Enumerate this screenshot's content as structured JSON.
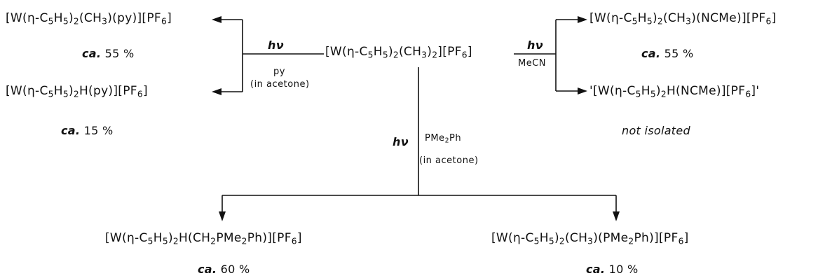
{
  "scheme": {
    "start": "[W(η-C5H5)2(CH3)2][PF6]",
    "branch_left": {
      "conditions": {
        "light": "hν",
        "reagent": "py",
        "solvent": "(in acetone)"
      },
      "products": [
        {
          "formula": "[W(η-C5H5)2(CH3)(py)][PF6]",
          "yield": "ca. 55 %"
        },
        {
          "formula": "[W(η-C5H5)2H(py)][PF6]",
          "yield": "ca. 15 %"
        }
      ]
    },
    "branch_right": {
      "conditions": {
        "light": "hν",
        "reagent": "MeCN"
      },
      "products": [
        {
          "formula": "[W(η-C5H5)2(CH3)(NCMe)][PF6]",
          "yield": "ca. 55 %"
        },
        {
          "formula": "'[W(η-C5H5)2H(NCMe)][PF6]'",
          "yield": "not isolated"
        }
      ]
    },
    "branch_down": {
      "conditions": {
        "light": "hν",
        "reagent": "PMe2Ph",
        "solvent": "(in acetone)"
      },
      "products": [
        {
          "formula": "[W(η-C5H5)2H(CH2PMe2Ph)][PF6]",
          "yield": "ca. 60 %"
        },
        {
          "formula": "[W(η-C5H5)2(CH3)(PMe2Ph)][PF6]",
          "yield": "ca. 10 %"
        }
      ]
    }
  }
}
